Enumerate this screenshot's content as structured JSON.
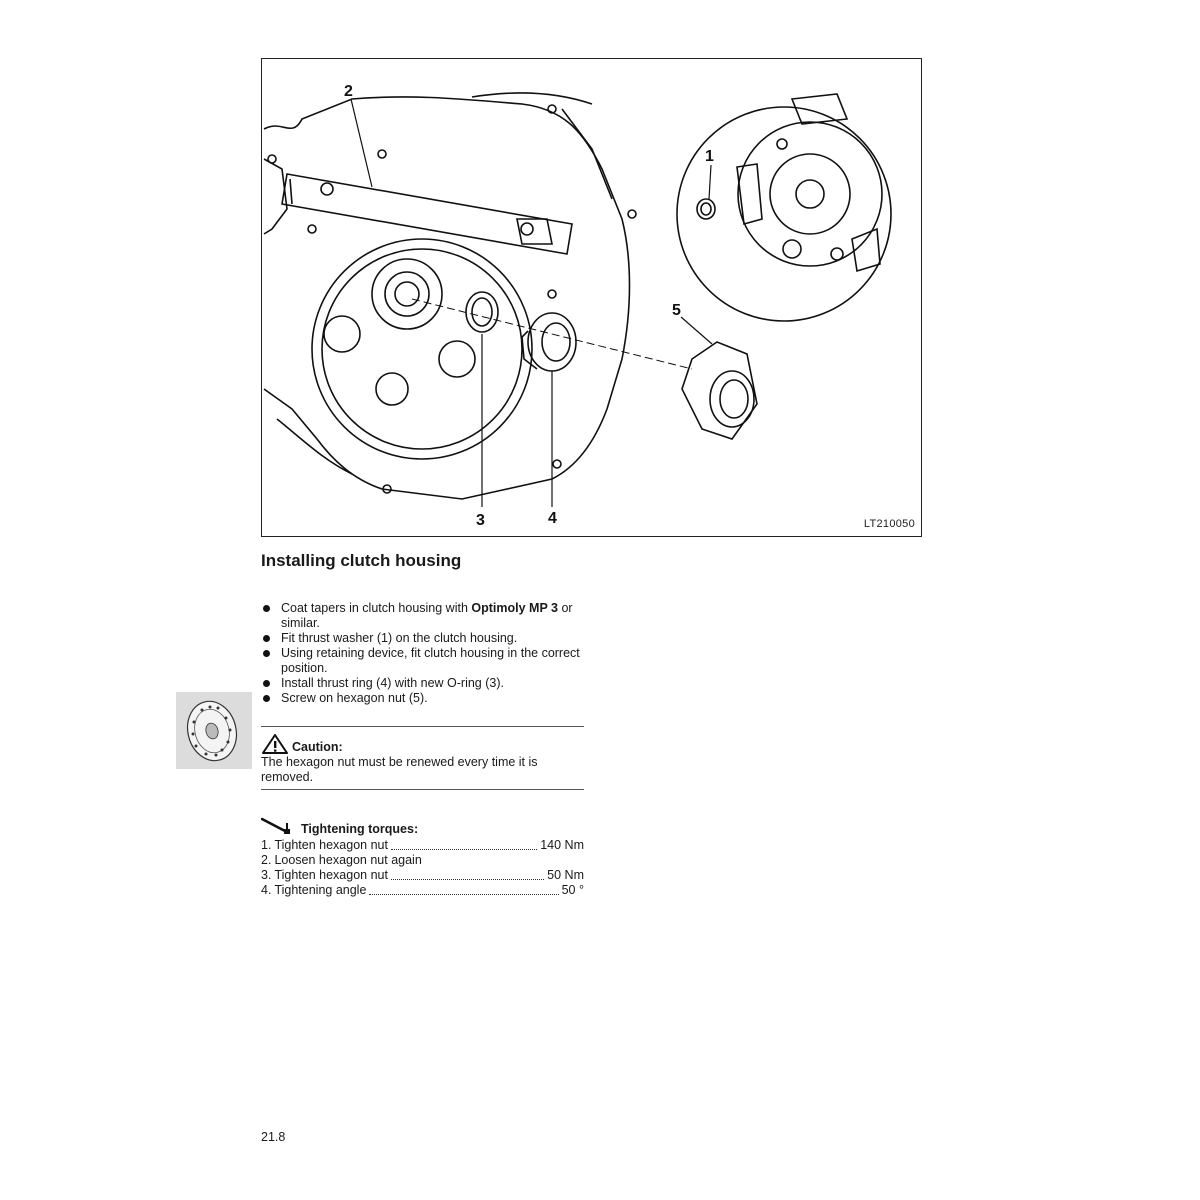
{
  "figure": {
    "code": "LT210050",
    "callouts": [
      "1",
      "2",
      "3",
      "4",
      "5"
    ]
  },
  "section": {
    "title": "Installing clutch housing"
  },
  "steps": [
    {
      "text_before": "Coat tapers in clutch housing with ",
      "bold": "Optimoly MP 3",
      "text_after": " or similar."
    },
    {
      "text_before": "Fit thrust washer (1) on the clutch housing.",
      "bold": "",
      "text_after": ""
    },
    {
      "text_before": "Using retaining device, fit clutch housing in the correct position.",
      "bold": "",
      "text_after": ""
    },
    {
      "text_before": "Install thrust ring (4) with new O-ring (3).",
      "bold": "",
      "text_after": ""
    },
    {
      "text_before": "Screw on hexagon nut (5).",
      "bold": "",
      "text_after": ""
    }
  ],
  "caution": {
    "icon": "warning-triangle-icon",
    "title": "Caution:",
    "text": "The hexagon nut must be renewed every time it is removed."
  },
  "torques": {
    "icon": "torque-wrench-icon",
    "title": "Tightening torques:",
    "rows": [
      {
        "num": "1.",
        "label": "Tighten hexagon nut",
        "value": "140 Nm"
      },
      {
        "num": "2.",
        "label": "Loosen hexagon nut again",
        "value": ""
      },
      {
        "num": "3.",
        "label": "Tighten hexagon nut",
        "value": "50 Nm"
      },
      {
        "num": "4.",
        "label": "Tightening angle",
        "value": "50 °"
      }
    ]
  },
  "page": {
    "number": "21.8"
  },
  "thumbnail": {
    "icon": "clutch-disc-icon"
  }
}
